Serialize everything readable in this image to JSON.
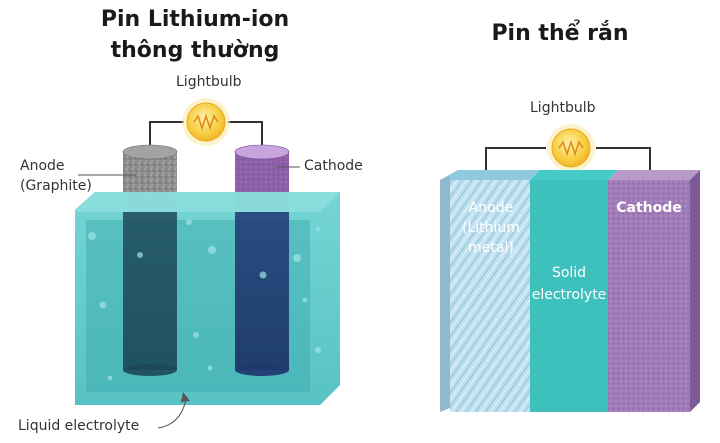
{
  "left_panel": {
    "title_line1": "Pin Lithium-ion",
    "title_line2": "thông thường",
    "bulb_label": "Lightbulb",
    "anode_label_line1": "Anode",
    "anode_label_line2": "(Graphite)",
    "cathode_label": "Cathode",
    "electrolyte_label": "Liquid electrolyte"
  },
  "right_panel": {
    "title": "Pin thể rắn",
    "bulb_label": "Lightbulb",
    "anode_label_line1": "Anode",
    "anode_label_line2": "(Lithium",
    "anode_label_line3": "metal)",
    "electrolyte_label_line1": "Solid",
    "electrolyte_label_line2": "electrolyte",
    "cathode_label": "Cathode"
  },
  "colors": {
    "liquid": "#5cc8c8",
    "liquid_inner": "#3fb3b6",
    "graphite": "#8a8a8a",
    "cathode_purple": "#8a5ba6",
    "lithium_metal": "#b7d7ea",
    "solid_electrolyte": "#3ec0bd",
    "cathode_right": "#9b77b3",
    "bulb": "#f6c43a"
  }
}
